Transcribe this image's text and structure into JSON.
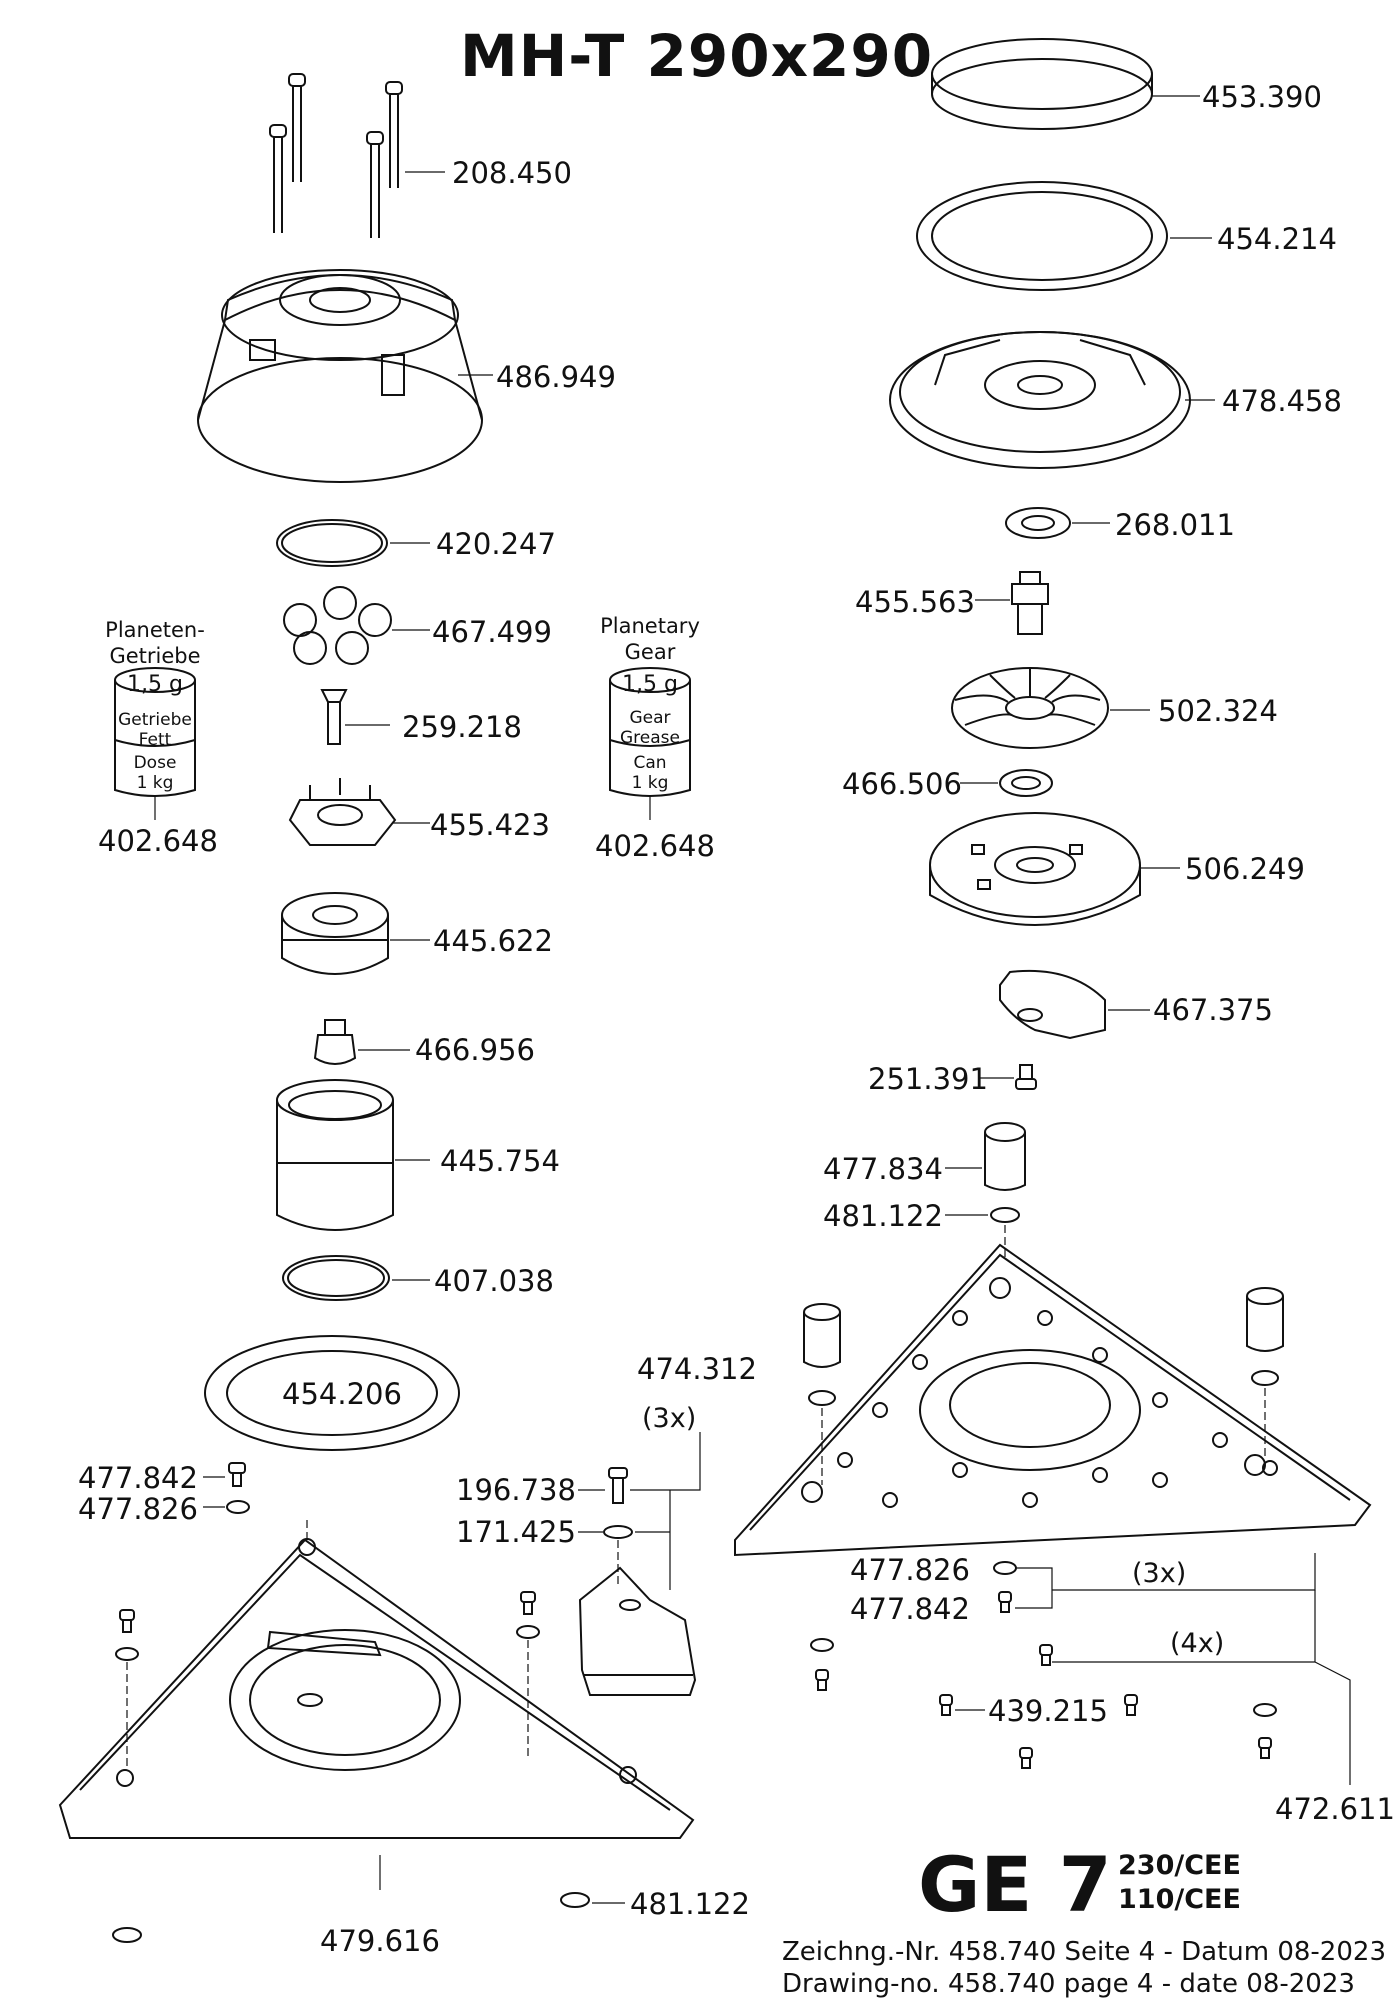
{
  "title": "MH-T 290x290",
  "parts": {
    "p453390": "453.390",
    "p208450": "208.450",
    "p454214": "454.214",
    "p486949": "486.949",
    "p478458": "478.458",
    "p268011": "268.011",
    "p420247": "420.247",
    "p455563": "455.563",
    "p467499": "467.499",
    "p502324": "502.324",
    "p259218": "259.218",
    "p466506": "466.506",
    "p402648a": "402.648",
    "p402648b": "402.648",
    "p455423": "455.423",
    "p506249": "506.249",
    "p445622": "445.622",
    "p467375": "467.375",
    "p466956": "466.956",
    "p251391": "251.391",
    "p445754": "445.754",
    "p477834": "477.834",
    "p481122a": "481.122",
    "p407038": "407.038",
    "p474312": "474.312",
    "p454206": "454.206",
    "p477842a": "477.842",
    "p477826a": "477.826",
    "p196738": "196.738",
    "p171425": "171.425",
    "p477826b": "477.826",
    "p477842b": "477.842",
    "p439215": "439.215",
    "p472611": "472.611",
    "p479616": "479.616",
    "p481122b": "481.122"
  },
  "notes": {
    "planeten": "Planeten-",
    "getriebe": "Getriebe",
    "planetary": "Planetary",
    "gear": "Gear"
  },
  "cans": {
    "de": {
      "weight": "1,5 g",
      "line1": "Getriebe",
      "line2": "Fett",
      "line3": "Dose",
      "line4": "1 kg"
    },
    "en": {
      "weight": "1,5 g",
      "line1": "Gear",
      "line2": "Grease",
      "line3": "Can",
      "line4": "1 kg"
    }
  },
  "quantities": {
    "q474312": "(3x)",
    "q477826": "(3x)",
    "q439215": "(4x)"
  },
  "model": "GE 7",
  "voltage": [
    "230/CEE",
    "110/CEE"
  ],
  "footer": {
    "de": "Zeichng.-Nr. 458.740  Seite 4 - Datum 08-2023",
    "en": "Drawing-no. 458.740  page 4 - date  08-2023"
  }
}
